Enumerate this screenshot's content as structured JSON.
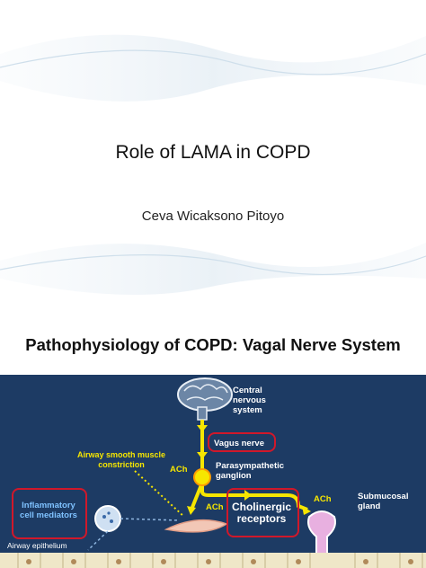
{
  "slide1": {
    "title": "Role of LAMA in COPD",
    "author": "Ceva Wicaksono Pitoyo"
  },
  "slide2": {
    "title": "Pathophysiology of COPD: Vagal Nerve System",
    "labels": {
      "cns": "Central nervous system",
      "vagus": "Vagus nerve",
      "airway_smooth": "Airway smooth muscle constriction",
      "ach_left": "ACh",
      "ach_mid": "ACh",
      "ach_right": "ACh",
      "ganglion": "Parasympathetic ganglion",
      "cholinergic": "Cholinergic receptors",
      "submucosal": "Submucosal gland",
      "inflammatory": "Inflammatory cell mediators",
      "epithelium": "Airway epithelium"
    },
    "colors": {
      "background": "#1d3b64",
      "nerve": "#f6e600",
      "highlight_box": "#d0182a"
    }
  }
}
